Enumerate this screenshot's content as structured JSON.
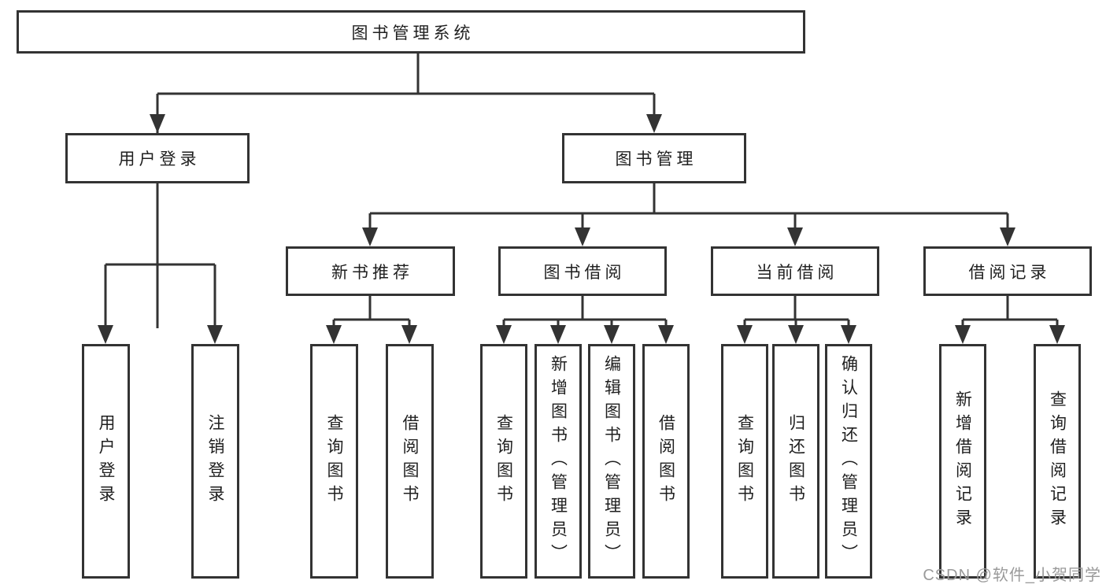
{
  "diagram": {
    "tree": {
      "label": "图书管理系统",
      "children": [
        {
          "label": "用户登录",
          "children": [
            {
              "label": "用户登录"
            },
            {
              "label": "注销登录"
            }
          ]
        },
        {
          "label": "图书管理",
          "children": [
            {
              "label": "新书推荐",
              "children": [
                {
                  "label": "查询图书"
                },
                {
                  "label": "借阅图书"
                }
              ]
            },
            {
              "label": "图书借阅",
              "children": [
                {
                  "label": "查询图书"
                },
                {
                  "label": "新增图书（管理员）"
                },
                {
                  "label": "编辑图书（管理员）"
                },
                {
                  "label": "借阅图书"
                }
              ]
            },
            {
              "label": "当前借阅",
              "children": [
                {
                  "label": "查询图书"
                },
                {
                  "label": "归还图书"
                },
                {
                  "label": "确认归还（管理员）"
                }
              ]
            },
            {
              "label": "借阅记录",
              "children": [
                {
                  "label": "新增借阅记录"
                },
                {
                  "label": "查询借阅记录"
                }
              ]
            }
          ]
        }
      ]
    },
    "colors": {
      "line": "#333333",
      "box_border": "#333333",
      "box_fill": "#ffffff",
      "text": "#1f1f1f",
      "background": "#ffffff",
      "watermark": "#9a9a9a"
    }
  },
  "watermark": {
    "text": "CSDN @软件_小贺同学"
  }
}
